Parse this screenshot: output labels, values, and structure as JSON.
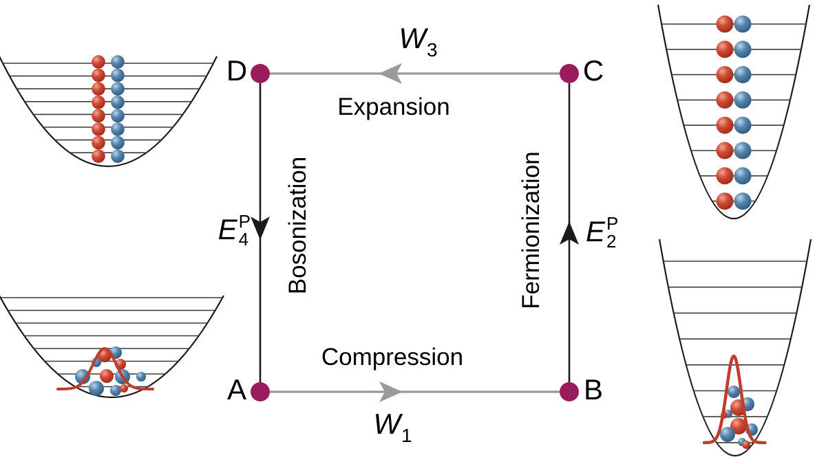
{
  "figure": {
    "title": "",
    "description": "Thermodynamic-like cycle between bosonic and fermionized states of trapped particles",
    "background": "#ffffff"
  },
  "colors": {
    "node_dot": "#9B1C5C",
    "edge_gray": "#9A9A9A",
    "edge_black": "#1A1A1A",
    "trap_outline": "#1A1A1A",
    "level_line": "#3A3A3A",
    "red_particle": "#C23B2B",
    "red_particle_light": "#F2A693",
    "red_particle_dark": "#9E2B1B",
    "blue_particle": "#4A7CA8",
    "blue_particle_light": "#BCD6E8",
    "blue_particle_dark": "#32597E",
    "wavefunction_red": "#C23B2B",
    "text": "#000000"
  },
  "cycle": {
    "nodes": [
      {
        "id": "A",
        "label": "A",
        "corner": "bottom-left"
      },
      {
        "id": "B",
        "label": "B",
        "corner": "bottom-right"
      },
      {
        "id": "C",
        "label": "C",
        "corner": "top-right"
      },
      {
        "id": "D",
        "label": "D",
        "corner": "top-left"
      }
    ],
    "edges": [
      {
        "from": "A",
        "to": "B",
        "process": "Compression",
        "work_label": {
          "base": "W",
          "sub": "1"
        },
        "direction": "right",
        "style": "gray"
      },
      {
        "from": "B",
        "to": "C",
        "process": "Fermionization",
        "energy_label": {
          "base": "E",
          "sup": "P",
          "sub": "2"
        },
        "direction": "up",
        "style": "black"
      },
      {
        "from": "C",
        "to": "D",
        "process": "Expansion",
        "work_label": {
          "base": "W",
          "sub": "3"
        },
        "direction": "left",
        "style": "gray"
      },
      {
        "from": "D",
        "to": "A",
        "process": "Bosonization",
        "energy_label": {
          "base": "E",
          "sup": "P",
          "sub": "4"
        },
        "direction": "down",
        "style": "black"
      }
    ]
  },
  "traps": [
    {
      "id": "trap-top-left",
      "state": "D",
      "type": "boson-column-stack",
      "well": "wide-shallow",
      "levels": 8,
      "red_particles": 8,
      "blue_particles": 8
    },
    {
      "id": "trap-bottom-left",
      "state": "A",
      "type": "condensate-ground-state",
      "well": "wide-shallow",
      "levels": 8,
      "wavefunction": "broad-gaussian"
    },
    {
      "id": "trap-top-right",
      "state": "C",
      "type": "fermionized-pairs",
      "well": "narrow-deep",
      "levels": 8,
      "pairs": 8
    },
    {
      "id": "trap-bottom-right",
      "state": "B",
      "type": "condensate-ground-state",
      "well": "narrow-deep",
      "levels": 8,
      "wavefunction": "narrow-gaussian"
    }
  ]
}
